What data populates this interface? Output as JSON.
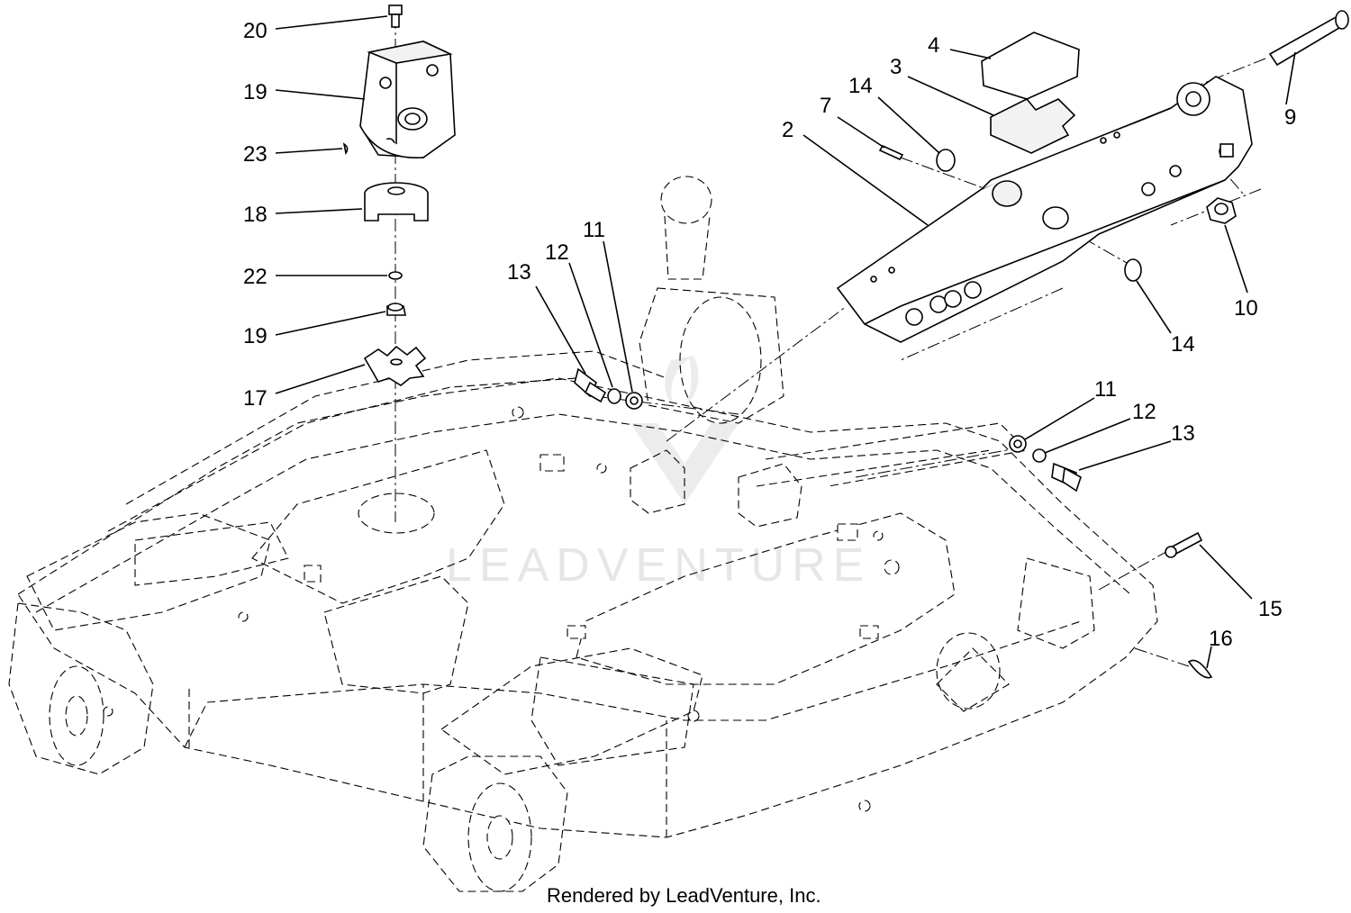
{
  "callouts": [
    {
      "id": "c20",
      "text": "20"
    },
    {
      "id": "c19a",
      "text": "19"
    },
    {
      "id": "c23",
      "text": "23"
    },
    {
      "id": "c18",
      "text": "18"
    },
    {
      "id": "c22",
      "text": "22"
    },
    {
      "id": "c19b",
      "text": "19"
    },
    {
      "id": "c17",
      "text": "17"
    },
    {
      "id": "c13a",
      "text": "13"
    },
    {
      "id": "c12a",
      "text": "12"
    },
    {
      "id": "c11a",
      "text": "11"
    },
    {
      "id": "c4",
      "text": "4"
    },
    {
      "id": "c3",
      "text": "3"
    },
    {
      "id": "c14a",
      "text": "14"
    },
    {
      "id": "c7",
      "text": "7"
    },
    {
      "id": "c2",
      "text": "2"
    },
    {
      "id": "c9",
      "text": "9"
    },
    {
      "id": "c10",
      "text": "10"
    },
    {
      "id": "c14b",
      "text": "14"
    },
    {
      "id": "c11b",
      "text": "11"
    },
    {
      "id": "c12b",
      "text": "12"
    },
    {
      "id": "c13b",
      "text": "13"
    },
    {
      "id": "c15",
      "text": "15"
    },
    {
      "id": "c16",
      "text": "16"
    }
  ],
  "footer": {
    "rendered_by": "Rendered by LeadVenture, Inc."
  },
  "watermark": {
    "text": "LEADVENTURE"
  }
}
